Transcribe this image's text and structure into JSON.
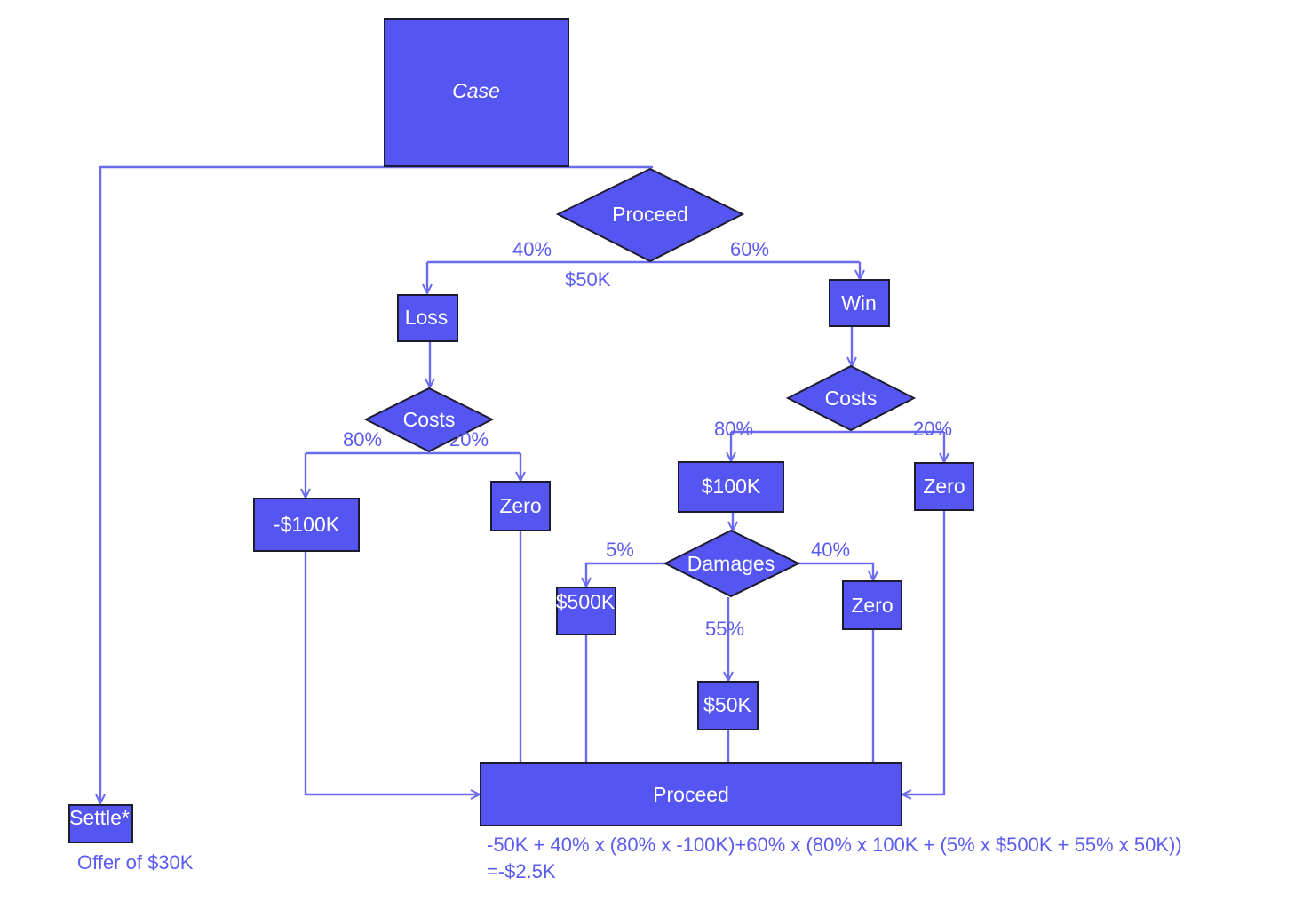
{
  "colors": {
    "node_fill": "#5555f2",
    "edge": "#6b6bf0",
    "label": "#5b5bf0",
    "node_text": "#ffffff"
  },
  "nodes": {
    "case": "Case",
    "proceed_decision": "Proceed",
    "loss": "Loss",
    "win": "Win",
    "costs_loss": "Costs",
    "costs_win": "Costs",
    "minus_100k": "-$100K",
    "zero_loss": "Zero",
    "plus_100k": "$100K",
    "zero_win": "Zero",
    "damages": "Damages",
    "d_500k": "$500K",
    "d_zero": "Zero",
    "d_50k": "$50K",
    "proceed_result": "Proceed",
    "settle": "Settle*"
  },
  "edge_labels": {
    "loss_prob": "40%",
    "win_prob": "60%",
    "proceed_cost": "$50K",
    "costs_loss_80": "80%",
    "costs_loss_20": "20%",
    "costs_win_80": "80%",
    "costs_win_20": "20%",
    "damages_5": "5%",
    "damages_40": "40%",
    "damages_55": "55%"
  },
  "captions": {
    "settle_offer": "Offer of $30K",
    "formula_line1": "-50K + 40% x (80% x -100K)+60% x (80% x 100K + (5% x $500K + 55% x 50K))",
    "formula_line2": "=-$2.5K"
  }
}
